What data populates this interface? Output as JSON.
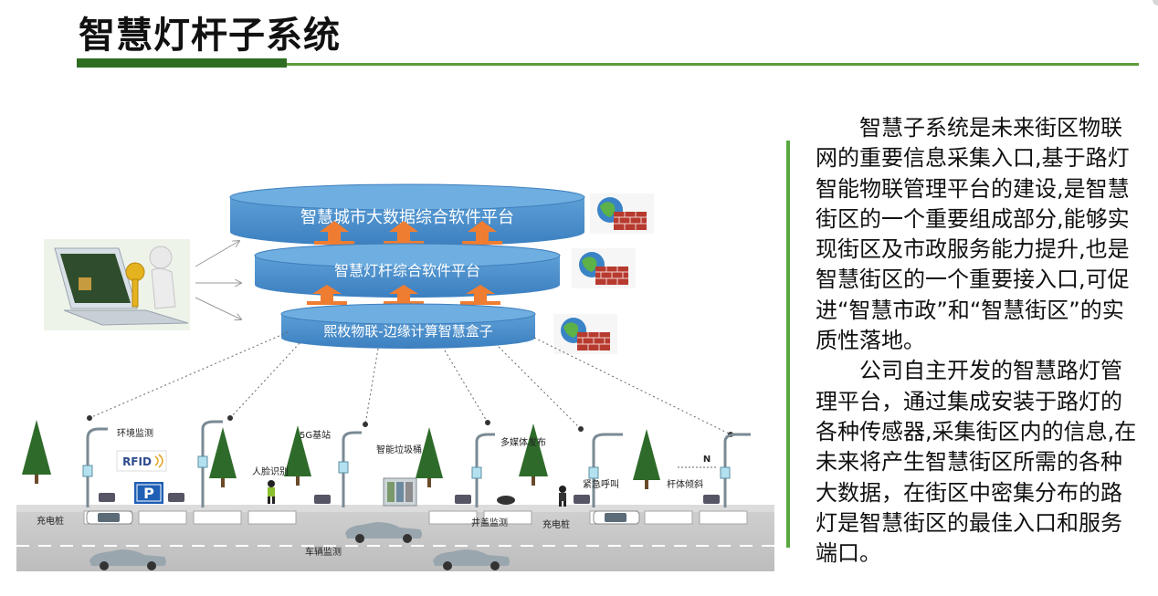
{
  "page": {
    "title": "智慧灯杆子系统"
  },
  "diagram": {
    "platform_top": "智慧城市大数据综合软件平台",
    "platform_mid": "智慧灯杆综合软件平台",
    "platform_bottom": "熙枚物联-边缘计算智慧盒子",
    "labels": {
      "env": "环境监测",
      "rfid": "RFID",
      "parking": "P",
      "face": "人脸识别",
      "g5": "5G基站",
      "trash": "智能垃圾桶",
      "media": "多媒体发布",
      "emergency": "紧急呼叫",
      "tilt": "杆体倾斜",
      "north": "N",
      "charge_left": "充电桩",
      "manhole": "井盖监测",
      "charge_right": "充电桩",
      "vehicle": "车辆监测"
    }
  },
  "description": {
    "p1": "智慧子系统是未来街区物联网的重要信息采集入口,基于路灯智能物联管理平台的建设,是智慧街区的一个重要组成部分,能够实现街区及市政服务能力提升,也是智慧街区的一个重要接入口,可促进“智慧市政”和“智慧街区”的实质性落地。",
    "p2": "公司自主开发的智慧路灯管理平台，通过集成安装于路灯的各种传感器,采集街区内的信息,在未来将产生智慧街区所需的各种大数据，在街区中密集分布的路灯是智慧街区的最佳入口和服务端口。"
  }
}
